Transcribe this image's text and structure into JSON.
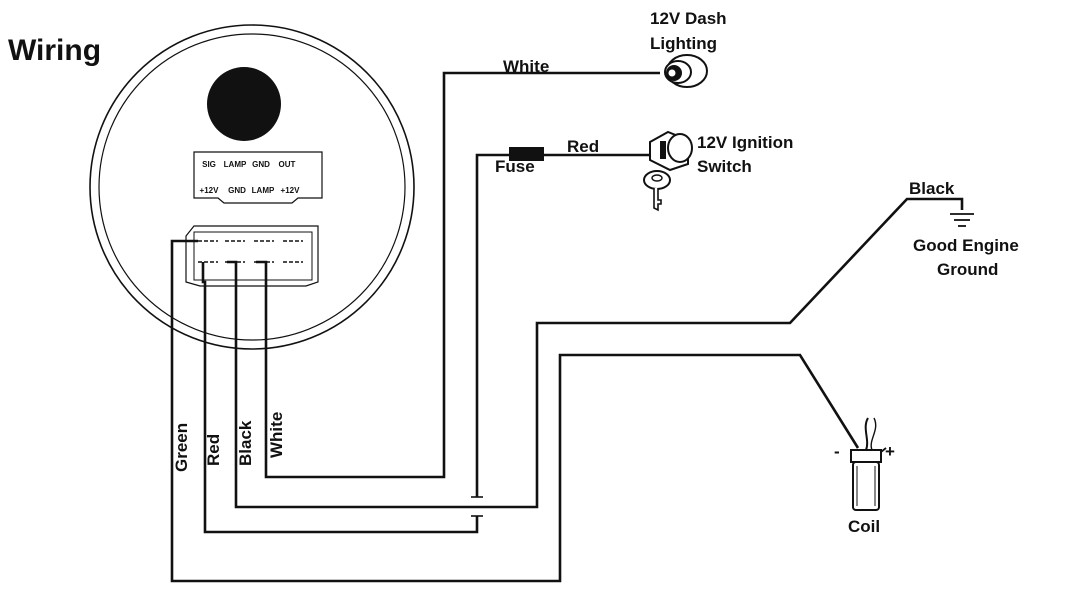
{
  "title": "Wiring",
  "gauge": {
    "pins_top": [
      "SIG",
      "LAMP",
      "GND",
      "OUT"
    ],
    "pins_bottom": [
      "+12V",
      "GND",
      "LAMP",
      "+12V"
    ]
  },
  "wires": {
    "green": "Green",
    "red": "Red",
    "black": "Black",
    "white": "White",
    "white_top": "White",
    "red_top": "Red",
    "black_ground": "Black"
  },
  "components": {
    "dash_lighting": [
      "12V Dash",
      "Lighting"
    ],
    "ignition_switch": [
      "12V Ignition",
      "Switch"
    ],
    "fuse": "Fuse",
    "ground": [
      "Good Engine",
      "Ground"
    ],
    "coil": "Coil",
    "coil_minus": "-",
    "coil_plus": "+"
  },
  "icons": [
    "bulb-socket-icon",
    "ignition-key-icon",
    "ground-symbol-icon",
    "ignition-coil-icon",
    "fuse-icon"
  ]
}
